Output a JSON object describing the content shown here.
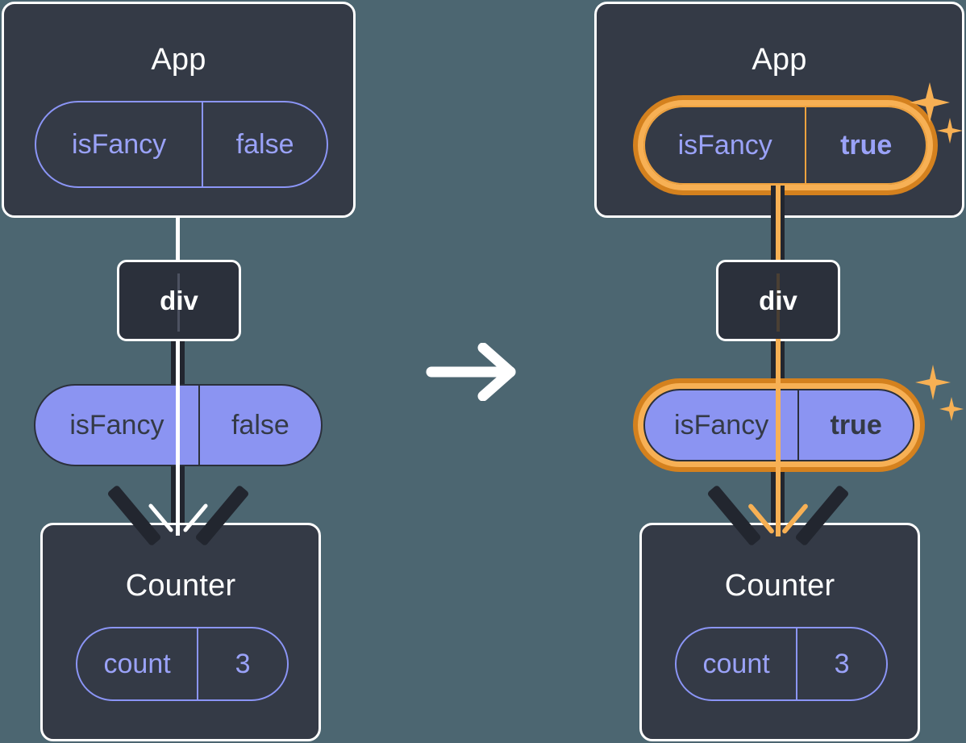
{
  "diagram": {
    "title": "React state update propagation: isFancy false to true",
    "background_color": "#4c6671",
    "box_fill": "#343a46",
    "box_border": "#ffffff",
    "pill_purple": "#8b94f2",
    "pill_outline": "#8b95f6",
    "highlight_outer": "#d4811e",
    "highlight_inner": "#f7b054",
    "line_dark": "#22262f",
    "line_white": "#ffffff",
    "line_orange": "#f7b054",
    "transition_arrow": "arrow-right-icon"
  },
  "panels": [
    {
      "id": "before",
      "app": {
        "title": "App",
        "prop": {
          "key": "isFancy",
          "value": "false",
          "highlighted": false
        }
      },
      "dom": {
        "label": "div"
      },
      "passed_prop": {
        "key": "isFancy",
        "value": "false",
        "highlighted": false
      },
      "counter": {
        "title": "Counter",
        "state": {
          "key": "count",
          "value": "3",
          "highlighted": false
        }
      },
      "sparkles": false
    },
    {
      "id": "after",
      "app": {
        "title": "App",
        "prop": {
          "key": "isFancy",
          "value": "true",
          "highlighted": true
        }
      },
      "dom": {
        "label": "div"
      },
      "passed_prop": {
        "key": "isFancy",
        "value": "true",
        "highlighted": true
      },
      "counter": {
        "title": "Counter",
        "state": {
          "key": "count",
          "value": "3",
          "highlighted": false
        }
      },
      "sparkles": true
    }
  ]
}
